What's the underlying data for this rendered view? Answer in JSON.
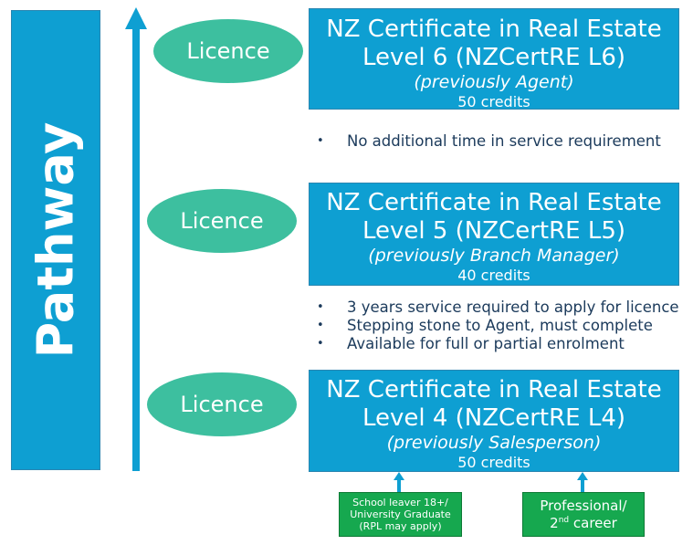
{
  "pathway": {
    "label": "Pathway"
  },
  "licences": [
    "Licence",
    "Licence",
    "Licence"
  ],
  "certificates": [
    {
      "line1": "NZ Certificate in Real Estate",
      "line2": "Level 6 (NZCertRE L6)",
      "previously": "(previously Agent)",
      "credits": "50 credits"
    },
    {
      "line1": "NZ Certificate in Real Estate",
      "line2": "Level 5 (NZCertRE L5)",
      "previously": "(previously Branch Manager)",
      "credits": "40 credits"
    },
    {
      "line1": "NZ Certificate in Real Estate",
      "line2": "Level 4 (NZCertRE L4)",
      "previously": "(previously Salesperson)",
      "credits": "50 credits"
    }
  ],
  "requirements_l6": [
    "No additional time in service requirement"
  ],
  "requirements_l5": [
    "3 years service required to apply for licence",
    "Stepping stone to Agent, must complete",
    "Available for full or partial enrolment"
  ],
  "entry_points": {
    "school_leaver": {
      "line1": "School leaver 18+/",
      "line2": "University Graduate",
      "line3": "(RPL may apply)"
    },
    "professional": {
      "line1": "Professional/",
      "line2_num": "2",
      "line2_sup": "nd",
      "line2_rest": " career"
    }
  },
  "colors": {
    "primary_blue": "#0e9fd2",
    "licence_teal": "#3dbf9f",
    "entry_green": "#16a84f",
    "bullet_text": "#1b3a5b"
  }
}
